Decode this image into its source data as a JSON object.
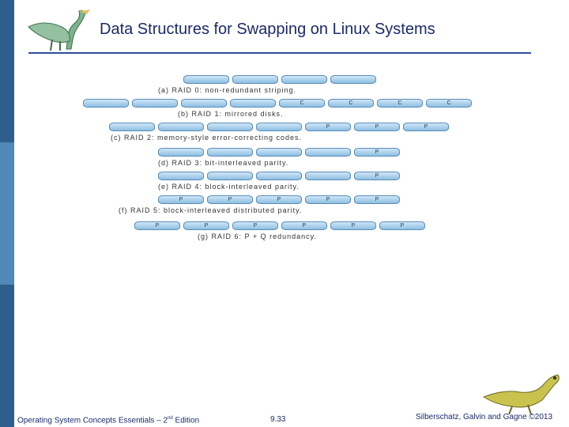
{
  "slide": {
    "title": "Data Structures for Swapping on Linux Systems"
  },
  "footer": {
    "left": "Operating System Concepts Essentials – 2",
    "left_sup": "nd",
    "left_suffix": " Edition",
    "page": "9.33",
    "right": "Silberschatz, Galvin and Gagne ©2013"
  },
  "raid": [
    {
      "caption": "(a) RAID 0: non-redundant striping.",
      "labels": [
        "",
        "",
        "",
        ""
      ]
    },
    {
      "caption": "(b) RAID 1: mirrored disks.",
      "labels": [
        "",
        "",
        "",
        "",
        "C",
        "C",
        "C",
        "C"
      ]
    },
    {
      "caption": "(c) RAID 2: memory-style error-correcting codes.",
      "labels": [
        "",
        "",
        "",
        "",
        "P",
        "P",
        "P"
      ]
    },
    {
      "caption": "(d) RAID 3: bit-interleaved parity.",
      "labels": [
        "",
        "",
        "",
        "",
        "P"
      ]
    },
    {
      "caption": "(e) RAID 4: block-interleaved parity.",
      "labels": [
        "",
        "",
        "",
        "",
        "P"
      ]
    },
    {
      "caption": "(f) RAID 5: block-interleaved distributed parity.",
      "labels": [
        "P",
        "P",
        "P",
        "P",
        "P"
      ]
    },
    {
      "caption": "(g) RAID 6: P + Q redundancy.",
      "labels": [
        "P",
        "P",
        "P",
        "P",
        "P",
        "P"
      ]
    }
  ],
  "icons": {
    "top_logo": "dinosaur-logo-icon",
    "bottom_logo": "dinosaur-logo-icon"
  },
  "colors": {
    "title": "#1a2a6c",
    "bar_dark": "#2e5f8c",
    "bar_light": "#4f88b9",
    "disk": "#a9d1ee"
  }
}
